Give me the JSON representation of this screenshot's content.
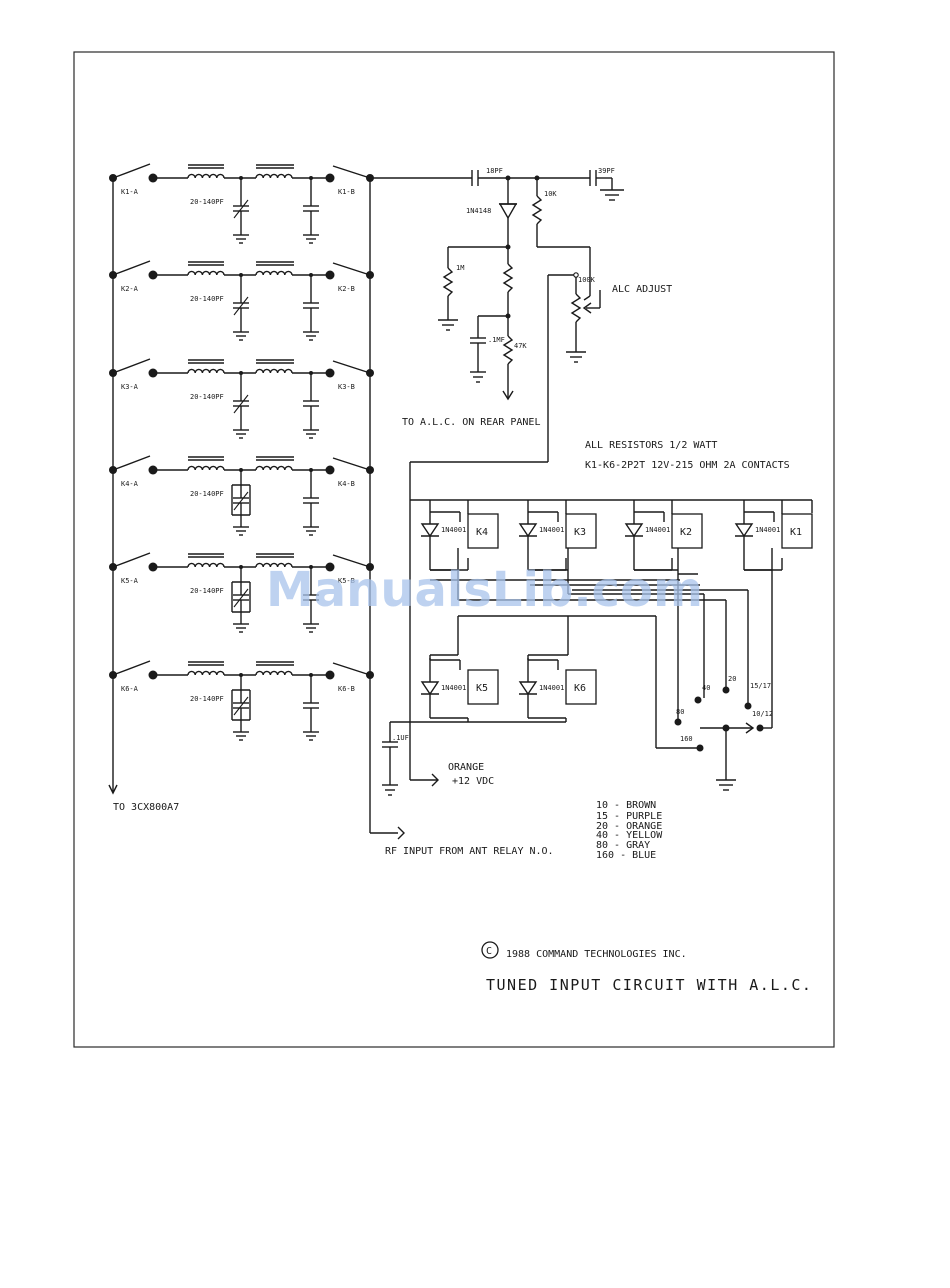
{
  "labels": {
    "relays_a": [
      "K1-A",
      "K2-A",
      "K3-A",
      "K4-A",
      "K5-A",
      "K6-A"
    ],
    "relays_b": [
      "K1-B",
      "K2-B",
      "K3-B",
      "K4-B",
      "K5-B",
      "K6-B"
    ],
    "trimmer_caps": [
      "20-140PF",
      "20-140PF",
      "20-140PF",
      "20-140PF",
      "20-140PF",
      "20-140PF"
    ],
    "cap_18pf": "18PF",
    "cap_39pf": "39PF",
    "diode_1n4148": "1N4148",
    "res_10k": "10K",
    "res_1m": "1M",
    "res_47k": "47K",
    "cap_1mf": ".1MF",
    "pot_100k": "100K",
    "alc_adjust": "ALC ADJUST",
    "to_alc": "TO A.L.C. ON REAR PANEL",
    "all_resistors": "ALL RESISTORS 1/2 WATT",
    "relay_spec": "K1-K6-2P2T 12V-215 OHM 2A CONTACTS",
    "coil_diode": "1N4001",
    "coils_top": [
      "K4",
      "K3",
      "K2",
      "K1"
    ],
    "coils_bottom": [
      "K5",
      "K6"
    ],
    "band_40": "40",
    "band_20": "20",
    "band_15_17": "15/17",
    "band_80": "80",
    "band_10_12": "10/12",
    "band_160": "160",
    "cap_1uf": ".1UF",
    "orange": "ORANGE",
    "vdc": "+12 VDC",
    "to_tube": "TO 3CX800A7",
    "rf_input": "RF INPUT FROM ANT RELAY N.O.",
    "wire_colors": [
      "10 - BROWN",
      "15 - PURPLE",
      "20 - ORANGE",
      "40 - YELLOW",
      "80 - GRAY",
      "160 - BLUE"
    ],
    "copyright_symbol": "C",
    "copyright": "1988 COMMAND TECHNOLOGIES INC.",
    "title": "TUNED INPUT CIRCUIT WITH A.L.C.",
    "watermark": "ManualsLib.com"
  }
}
